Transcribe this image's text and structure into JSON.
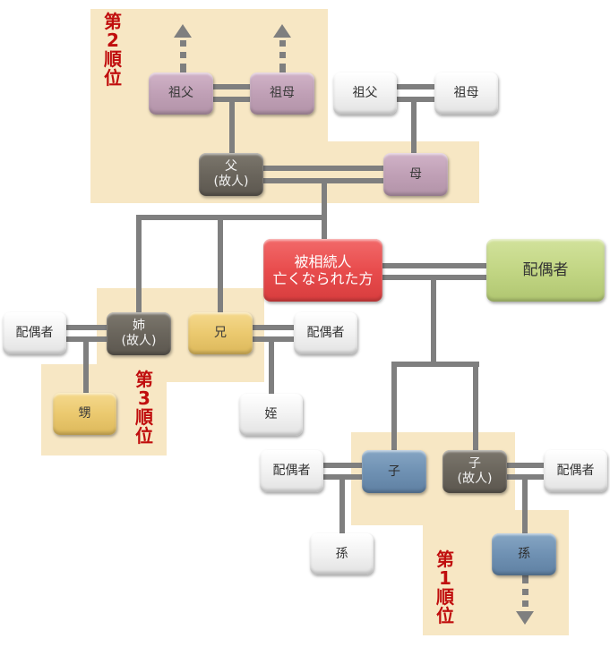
{
  "ranks": {
    "first": [
      "第",
      "1",
      "順",
      "位"
    ],
    "second": [
      "第",
      "2",
      "順",
      "位"
    ],
    "third": [
      "第",
      "3",
      "順",
      "位"
    ]
  },
  "people": {
    "paternal_grandfather": [
      "祖父"
    ],
    "paternal_grandmother": [
      "祖母"
    ],
    "maternal_grandfather": [
      "祖父"
    ],
    "maternal_grandmother": [
      "祖母"
    ],
    "father": [
      "父",
      "(故人)"
    ],
    "mother": [
      "母"
    ],
    "decedent": [
      "被相続人",
      "亡くなられた方"
    ],
    "decedent_spouse": [
      "配偶者"
    ],
    "sister_spouse": [
      "配偶者"
    ],
    "sister": [
      "姉",
      "(故人)"
    ],
    "brother": [
      "兄"
    ],
    "brother_spouse": [
      "配偶者"
    ],
    "nephew": [
      "甥"
    ],
    "niece": [
      "姪"
    ],
    "child_spouse": [
      "配偶者"
    ],
    "child": [
      "子"
    ],
    "deceased_child": [
      "子",
      "(故人)"
    ],
    "deceased_child_spouse": [
      "配偶者"
    ],
    "grandchild_white": [
      "孫"
    ],
    "grandchild_blue": [
      "孫"
    ]
  },
  "colors": {
    "rank_text": "#c00d0d",
    "region": "#f7e7c4",
    "line": "#7f7f7f",
    "decedent": "#e84c4d",
    "spouse": "#c2d684",
    "ascendant": "#c0a0b6",
    "sibling": "#ebc96f",
    "descendant": "#6f91b3",
    "deceased": "#6a655c",
    "non_heir": "#f2f2f2"
  }
}
